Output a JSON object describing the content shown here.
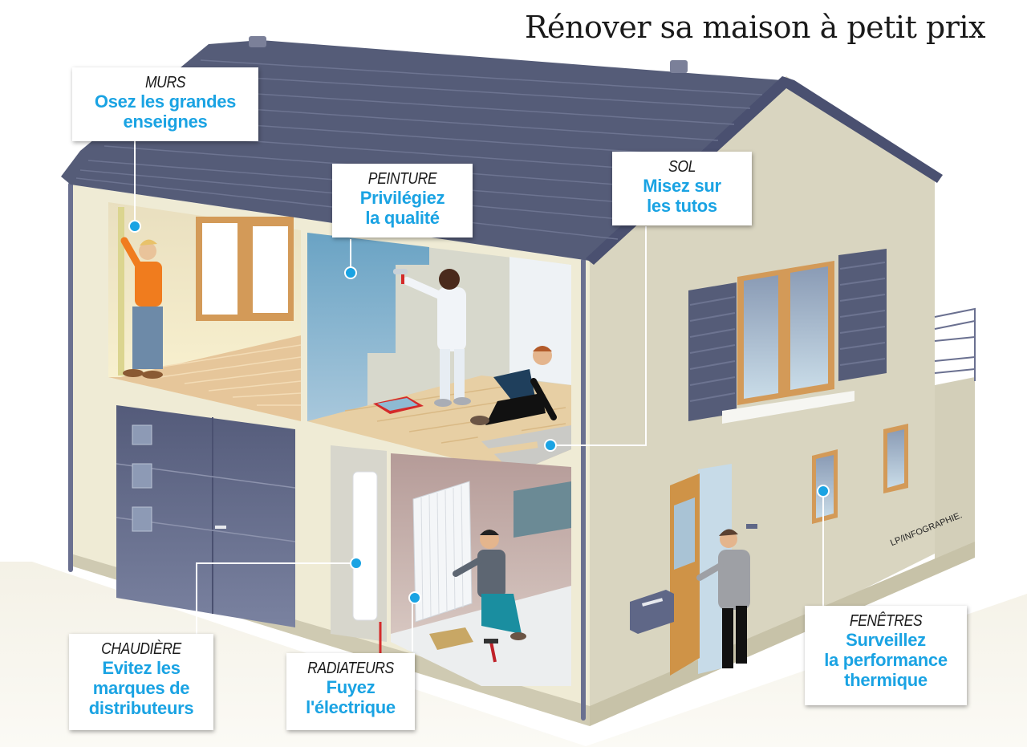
{
  "title": "Rénover sa maison à petit prix",
  "credit": "LP/INFOGRAPHIE.",
  "colors": {
    "accent_blue": "#1aa3e3",
    "roof": "#555c78",
    "wall": "#d9d5c0",
    "interior_wall_yellow": "#f3eccb",
    "paint_blue": "#6aa5c6",
    "wood_floor": "#e6c69a",
    "window_frame": "#d39a58",
    "garage_door": "#5f6787"
  },
  "callouts": [
    {
      "id": "murs",
      "category": "MURS",
      "tip_lines": [
        "Osez les grandes",
        "enseignes"
      ]
    },
    {
      "id": "peinture",
      "category": "PEINTURE",
      "tip_lines": [
        "Privilégiez",
        "la qualité"
      ]
    },
    {
      "id": "sol",
      "category": "SOL",
      "tip_lines": [
        "Misez sur",
        "les tutos"
      ]
    },
    {
      "id": "chaudiere",
      "category": "CHAUDIÈRE",
      "tip_lines": [
        "Evitez les",
        "marques de",
        "distributeurs"
      ]
    },
    {
      "id": "radiateurs",
      "category": "RADIATEURS",
      "tip_lines": [
        "Fuyez",
        "l'électrique"
      ]
    },
    {
      "id": "fenetres",
      "category": "FENÊTRES",
      "tip_lines": [
        "Surveillez",
        "la performance",
        "thermique"
      ]
    }
  ]
}
